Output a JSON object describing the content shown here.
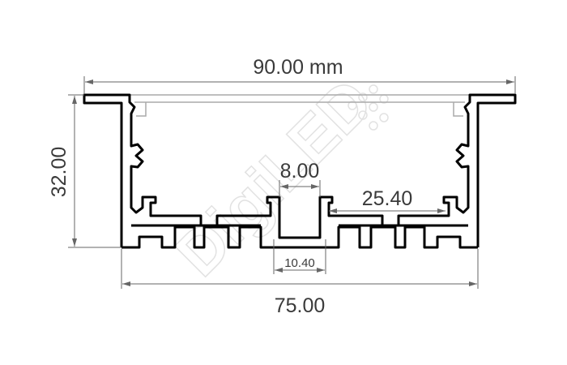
{
  "drawing": {
    "title": "Aluminum LED profile cross-section",
    "dimensions": {
      "overall_width": "90.00 mm",
      "height": "32.00",
      "base_width": "75.00",
      "channel_opening": "8.00",
      "channel_width": "10.40",
      "inner_span": "25.40"
    },
    "watermark": "DigiLED",
    "colors": {
      "profile": "#000000",
      "dimension": "#555555",
      "cover": "#aaaaaa",
      "watermark": "#e2e2e2"
    }
  }
}
